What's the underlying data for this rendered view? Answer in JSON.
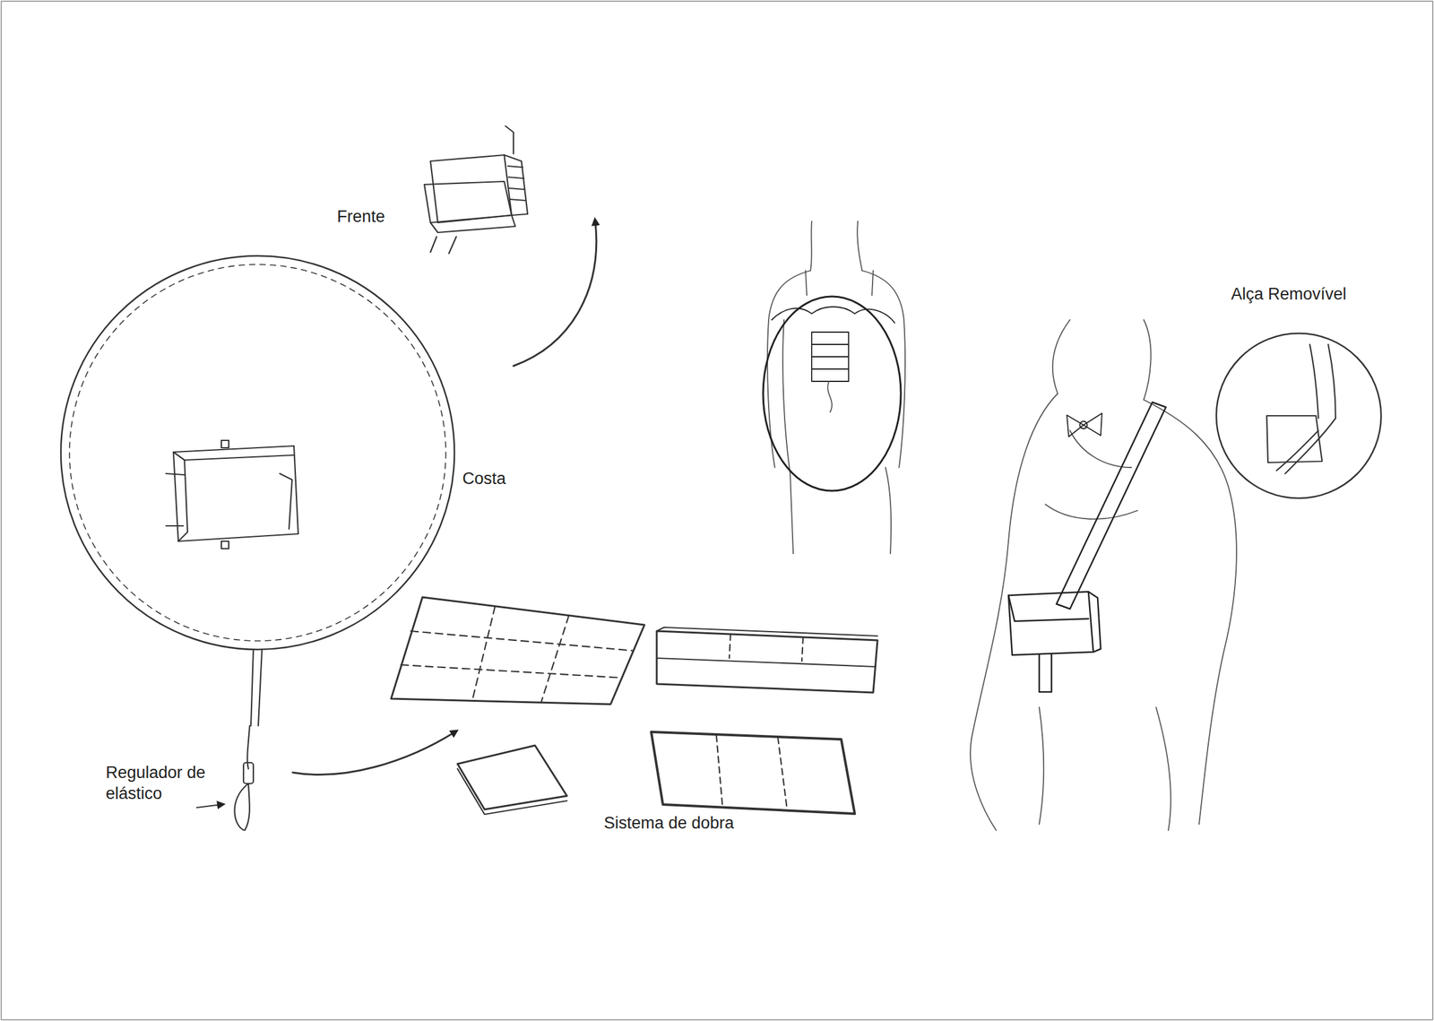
{
  "diagram": {
    "labels": [
      "Frente",
      "Costa",
      "Regulador de elástico",
      "Sistema de dobra",
      "Alça Removível"
    ]
  }
}
